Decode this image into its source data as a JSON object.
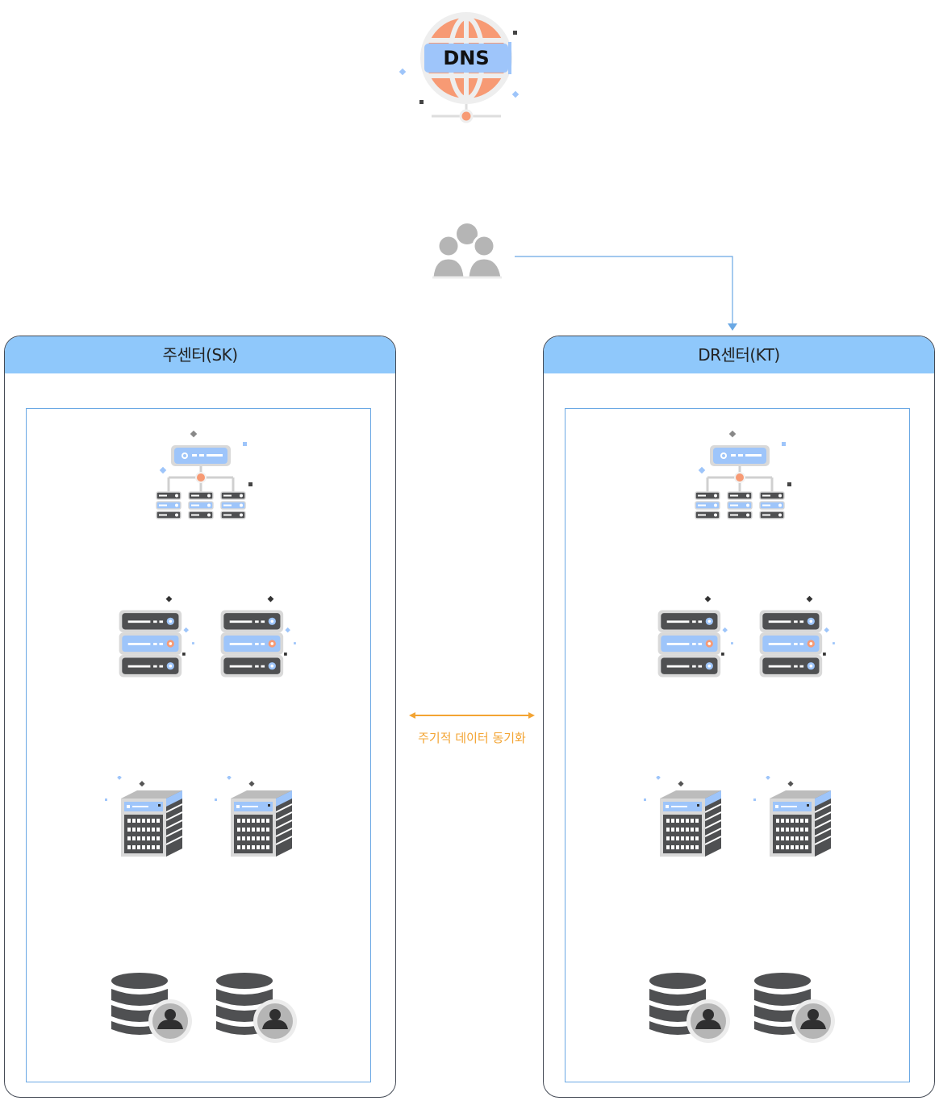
{
  "dns": {
    "label": "DNS",
    "icon": "dns-globe-icon"
  },
  "users": {
    "icon": "users-group-icon"
  },
  "centers": {
    "primary": {
      "title": "주센터(SK)"
    },
    "dr": {
      "title": "DR센터(KT)"
    }
  },
  "sync": {
    "label": "주기적 데이터 동기화",
    "color": "#f3a433"
  },
  "colors": {
    "header": "#8fc8fb",
    "accent_blue": "#9ec5fa",
    "accent_orange": "#f79a74",
    "server_dark": "#4f5052",
    "connector": "#6aa8e4"
  }
}
